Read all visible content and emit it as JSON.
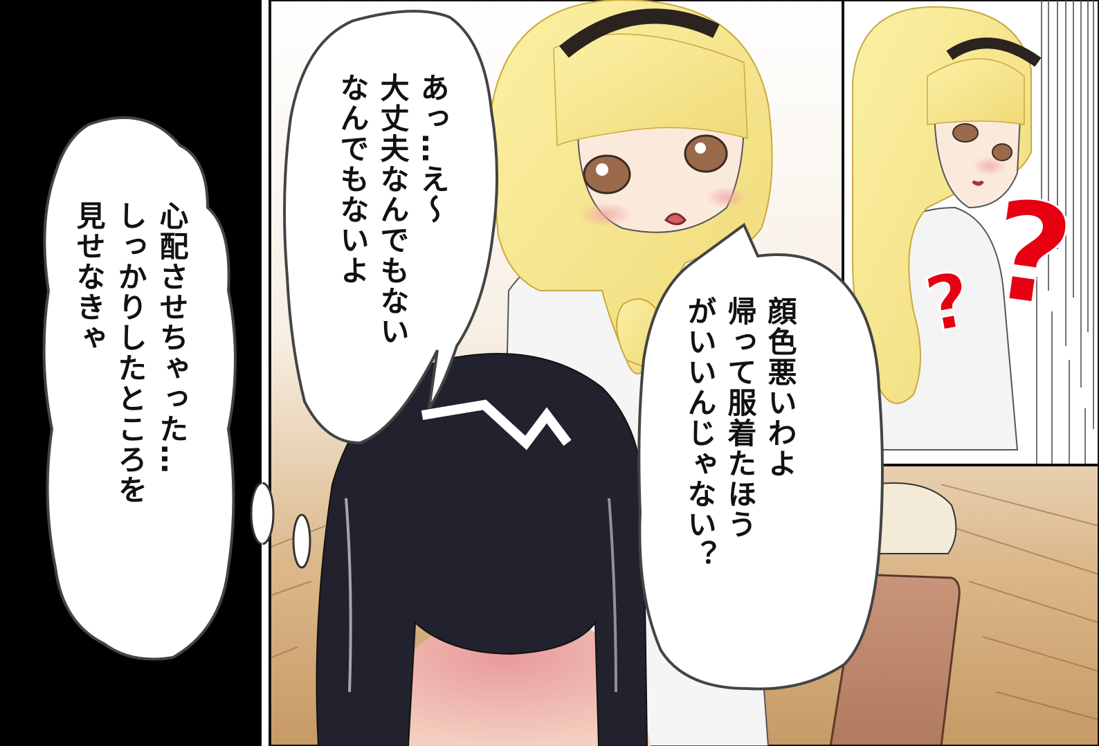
{
  "thought_bubble": {
    "lines": [
      "心配させちゃった…",
      "しっかりしたところを",
      "見せなきゃ"
    ]
  },
  "speech_bubble_left": {
    "lines": [
      "あっ…え～",
      "大丈夫なんでもない",
      "なんでもないよ"
    ]
  },
  "speech_bubble_right": {
    "lines": [
      "顔色悪いわよ",
      "帰って服着たほう",
      "がいいんじゃない？"
    ]
  },
  "effects": {
    "question_mark_large": "?",
    "question_mark_small": "?",
    "question_mark_color": "#e60012"
  }
}
